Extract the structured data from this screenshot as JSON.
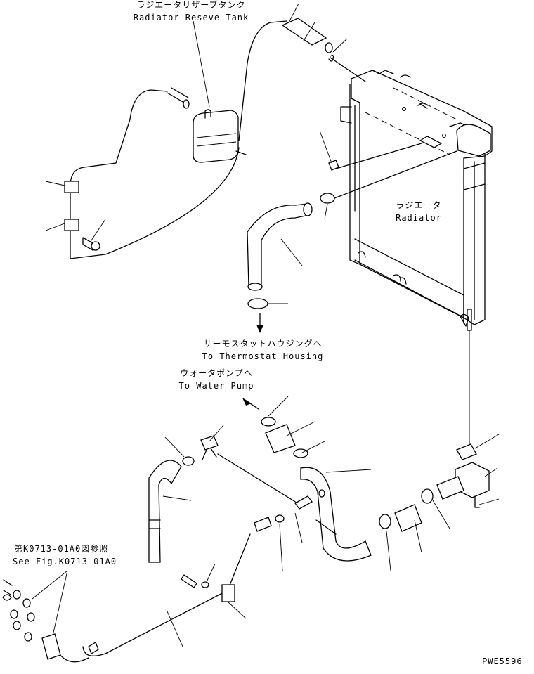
{
  "labels": {
    "reserve_tank_jp": "ラジエータリザーブタンク",
    "reserve_tank_en": "Radiator Reseve Tank",
    "radiator_jp": "ラジエータ",
    "radiator_en": "Radiator",
    "thermostat_jp": "サーモスタットハウジングへ",
    "thermostat_en": "To Thermostat Housing",
    "water_pump_jp": "ウォータポンプへ",
    "water_pump_en": "To Water Pump",
    "see_fig_jp": "第K0713-01A0図参照",
    "see_fig_en": "See Fig.K0713-01A0",
    "drawing_number": "PWE5596"
  },
  "colors": {
    "line": "#000000",
    "background": "#ffffff"
  }
}
